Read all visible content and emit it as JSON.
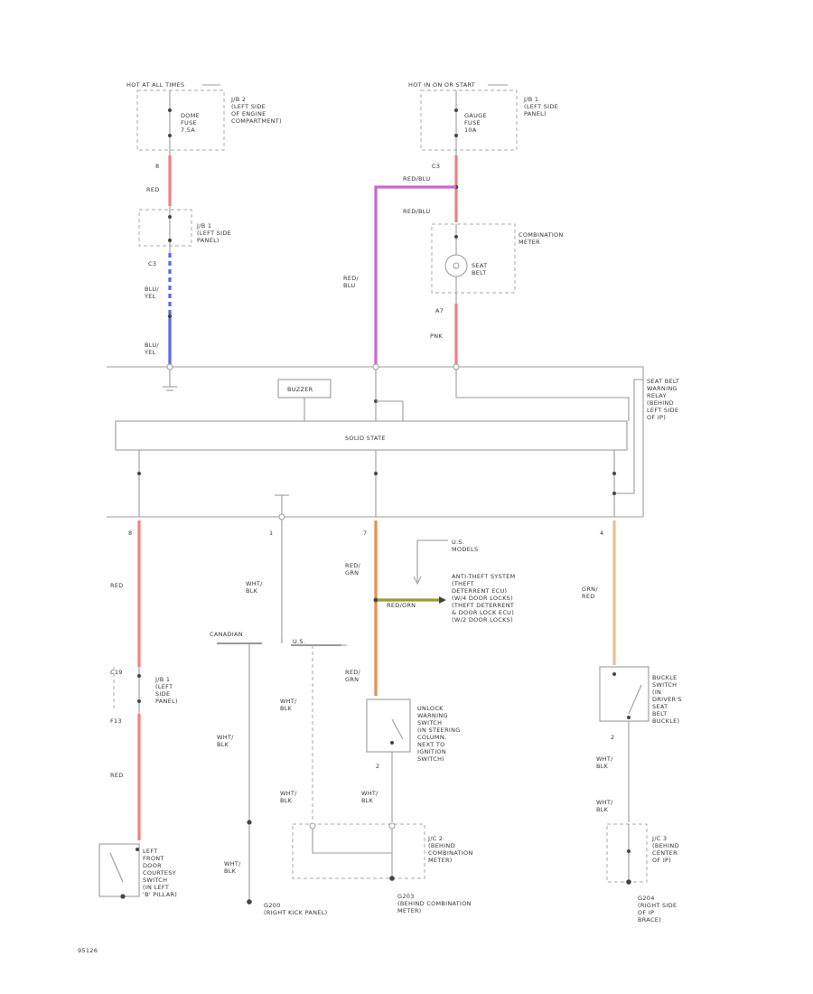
{
  "diagram_id": "95126",
  "colors": {
    "red": "#f08080",
    "violet": "#cc66cc",
    "blue": "#5566ee",
    "orange": "#e8904a",
    "tan": "#e8c090",
    "olive_green": "#9a9a33",
    "line": "#9a9a9a"
  },
  "power_left": {
    "header": "HOT AT ALL TIMES",
    "junction": "J/B 2 (LEFT SIDE OF ENGINE COMPARTMENT)",
    "junction_lines": [
      "J/B 2",
      "(LEFT SIDE",
      "OF ENGINE",
      "COMPARTMENT)"
    ],
    "fuse_lines": [
      "DOME",
      "FUSE",
      "7.5A"
    ],
    "pin_top": "8",
    "wire1": "RED",
    "jb1_lines": [
      "J/B 1",
      "(LEFT SIDE",
      "PANEL)"
    ],
    "connector": "C3",
    "wire2_lines": [
      "BLU/",
      "YEL"
    ],
    "wire3_lines": [
      "BLU/",
      "YEL"
    ]
  },
  "power_mid": {
    "header": "HOT IN ON OR START",
    "junction_lines": [
      "J/B 1",
      "(LEFT SIDE",
      "PANEL)"
    ],
    "fuse_lines": [
      "GAUGE",
      "FUSE",
      "10A"
    ],
    "connector": "C3",
    "wire_top": "RED/BLU",
    "wire_mid": "RED/BLU",
    "meter_label_lines": [
      "COMBINATION",
      "METER"
    ],
    "lamp_lines": [
      "SEAT",
      "BELT"
    ],
    "pin": "A7",
    "wire_bottom": "PNK",
    "wire_vert_lines": [
      "RED/",
      "BLU"
    ]
  },
  "relay": {
    "label_lines": [
      "SEAT BELT",
      "WARNING",
      "RELAY",
      "(BEHIND",
      "LEFT SIDE",
      "OF IP)"
    ],
    "buzzer": "BUZZER",
    "solid_state": "SOLID STATE"
  },
  "outputs": [
    {
      "pin": "8",
      "wire": "RED"
    },
    {
      "pin": "1",
      "wire_lines": [
        "WHT/",
        "BLK"
      ]
    },
    {
      "pin": "7",
      "wire_lines": [
        "RED/",
        "GRN"
      ]
    },
    {
      "pin": "4",
      "wire_lines": [
        "GRN/",
        "RED"
      ]
    }
  ],
  "left_branch": {
    "conn_top": "C19",
    "jb_lines": [
      "J/B 1",
      "(LEFT",
      "SIDE",
      "PANEL)"
    ],
    "conn_bottom": "F13",
    "wire": "RED",
    "switch_lines": [
      "LEFT",
      "FRONT",
      "DOOR",
      "COURTESY",
      "SWITCH",
      "(IN LEFT",
      "'B' PILLAR)"
    ]
  },
  "middle_branch": {
    "canadian": "CANADIAN",
    "us": "U.S.",
    "wire_a_lines": [
      "WHT/",
      "BLK"
    ],
    "wire_b_lines": [
      "WHT/",
      "BLK"
    ],
    "wire_c_lines": [
      "WHT/",
      "BLK"
    ],
    "wire_d_lines": [
      "WHT/",
      "BLK"
    ],
    "ground_left_lines": [
      "G200",
      "(RIGHT KICK PANEL)"
    ],
    "ground_mid_lines": [
      "G203",
      "(BEHIND COMBINATION",
      "METER)"
    ],
    "jc_lines": [
      "J/C 2",
      "(BEHIND",
      "COMBINATION",
      "METER)"
    ]
  },
  "theft_branch": {
    "us_models_lines": [
      "U.S.",
      "MODELS"
    ],
    "wire_lines": [
      "RED/",
      "GRN"
    ],
    "wire_label": "RED/GRN",
    "system_lines": [
      "ANTI-THEFT SYSTEM",
      "(THEFT",
      "DETERRENT ECU)",
      "(W/4 DOOR LOCKS)",
      "(THEFT DETERRENT",
      "& DOOR LOCK ECU)",
      "(W/2 DOOR LOCKS)"
    ],
    "wire2_lines": [
      "RED/",
      "GRN"
    ],
    "switch_lines": [
      "UNLOCK",
      "WARNING",
      "SWITCH",
      "(IN STEERING",
      "COLUMN,",
      "NEXT TO",
      "IGNITION",
      "SWITCH)"
    ],
    "pin_bottom": "2",
    "wire3_lines": [
      "WHT/",
      "BLK"
    ]
  },
  "right_branch": {
    "switch_lines": [
      "BUCKLE",
      "SWITCH",
      "(IN",
      "DRIVER'S",
      "SEAT",
      "BELT",
      "BUCKLE)"
    ],
    "pin": "2",
    "wire_a_lines": [
      "WHT/",
      "BLK"
    ],
    "wire_b_lines": [
      "WHT/",
      "BLK"
    ],
    "jc_lines": [
      "J/C 3",
      "(BEHIND",
      "CENTER",
      "OF IP)"
    ],
    "ground_lines": [
      "G204",
      "(RIGHT SIDE",
      "OF IP",
      "BRACE)"
    ]
  }
}
